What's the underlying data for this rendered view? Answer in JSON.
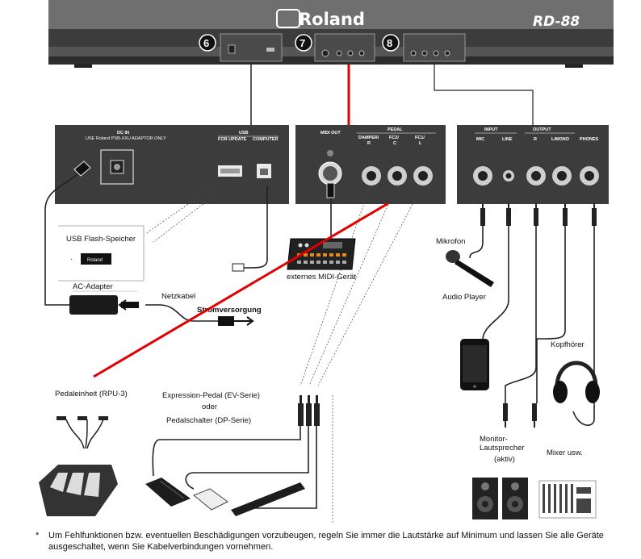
{
  "brand": "Roland",
  "model": "RD-88",
  "callouts": [
    "6",
    "7",
    "8"
  ],
  "panel_left": {
    "dc_in": "DC IN",
    "dc_note": "USE Roland PSB-XXU ADAPTOR ONLY",
    "usb": "USB",
    "for_update": "FOR UPDATE",
    "computer": "COMPUTER"
  },
  "panel_mid": {
    "midi_out": "MIDI OUT",
    "pedal": "PEDAL",
    "damper": "DAMPER/",
    "damper_r": "R",
    "fc2": "FC2/",
    "fc2_c": "C",
    "fc1": "FC1/",
    "fc1_l": "L"
  },
  "panel_right": {
    "input": "INPUT",
    "output": "OUTPUT",
    "mic": "MIC",
    "line": "LINE",
    "r": "R",
    "l_mono": "L/MONO",
    "phones": "PHONES"
  },
  "labels": {
    "usb_flash": "USB Flash-Speicher",
    "usb_stick_brand": "Roland",
    "ac_adapter": "AC-Adapter",
    "netzkabel": "Netzkabel",
    "stromversorgung": "Stromversorgung",
    "external_midi": "externes MIDI-Gerät",
    "mikrofon": "Mikrofon",
    "audio_player": "Audio Player",
    "kopfhoerer": "Kopfhörer",
    "monitor_1": "Monitor-",
    "monitor_2": "Lautsprecher",
    "monitor_3": "(aktiv)",
    "mixer": "Mixer usw.",
    "pedal_unit": "Pedaleinheit (RPU-3)",
    "expr_1": "Expression-Pedal (EV-Serie)",
    "expr_2": "oder",
    "expr_3": "Pedalschalter (DP-Serie)"
  },
  "footnote": {
    "marker": "*",
    "text": "Um Fehlfunktionen bzw. eventuellen Beschädigungen vorzubeugen, regeln Sie immer die Lautstärke auf Minimum und lassen Sie alle Geräte ausgeschaltet, wenn Sie Kabelverbindungen vornehmen."
  },
  "colors": {
    "panel": "#3c3c3c",
    "panel_top": "#6f6f6f",
    "red_line": "#e00000",
    "cable": "#222222"
  }
}
